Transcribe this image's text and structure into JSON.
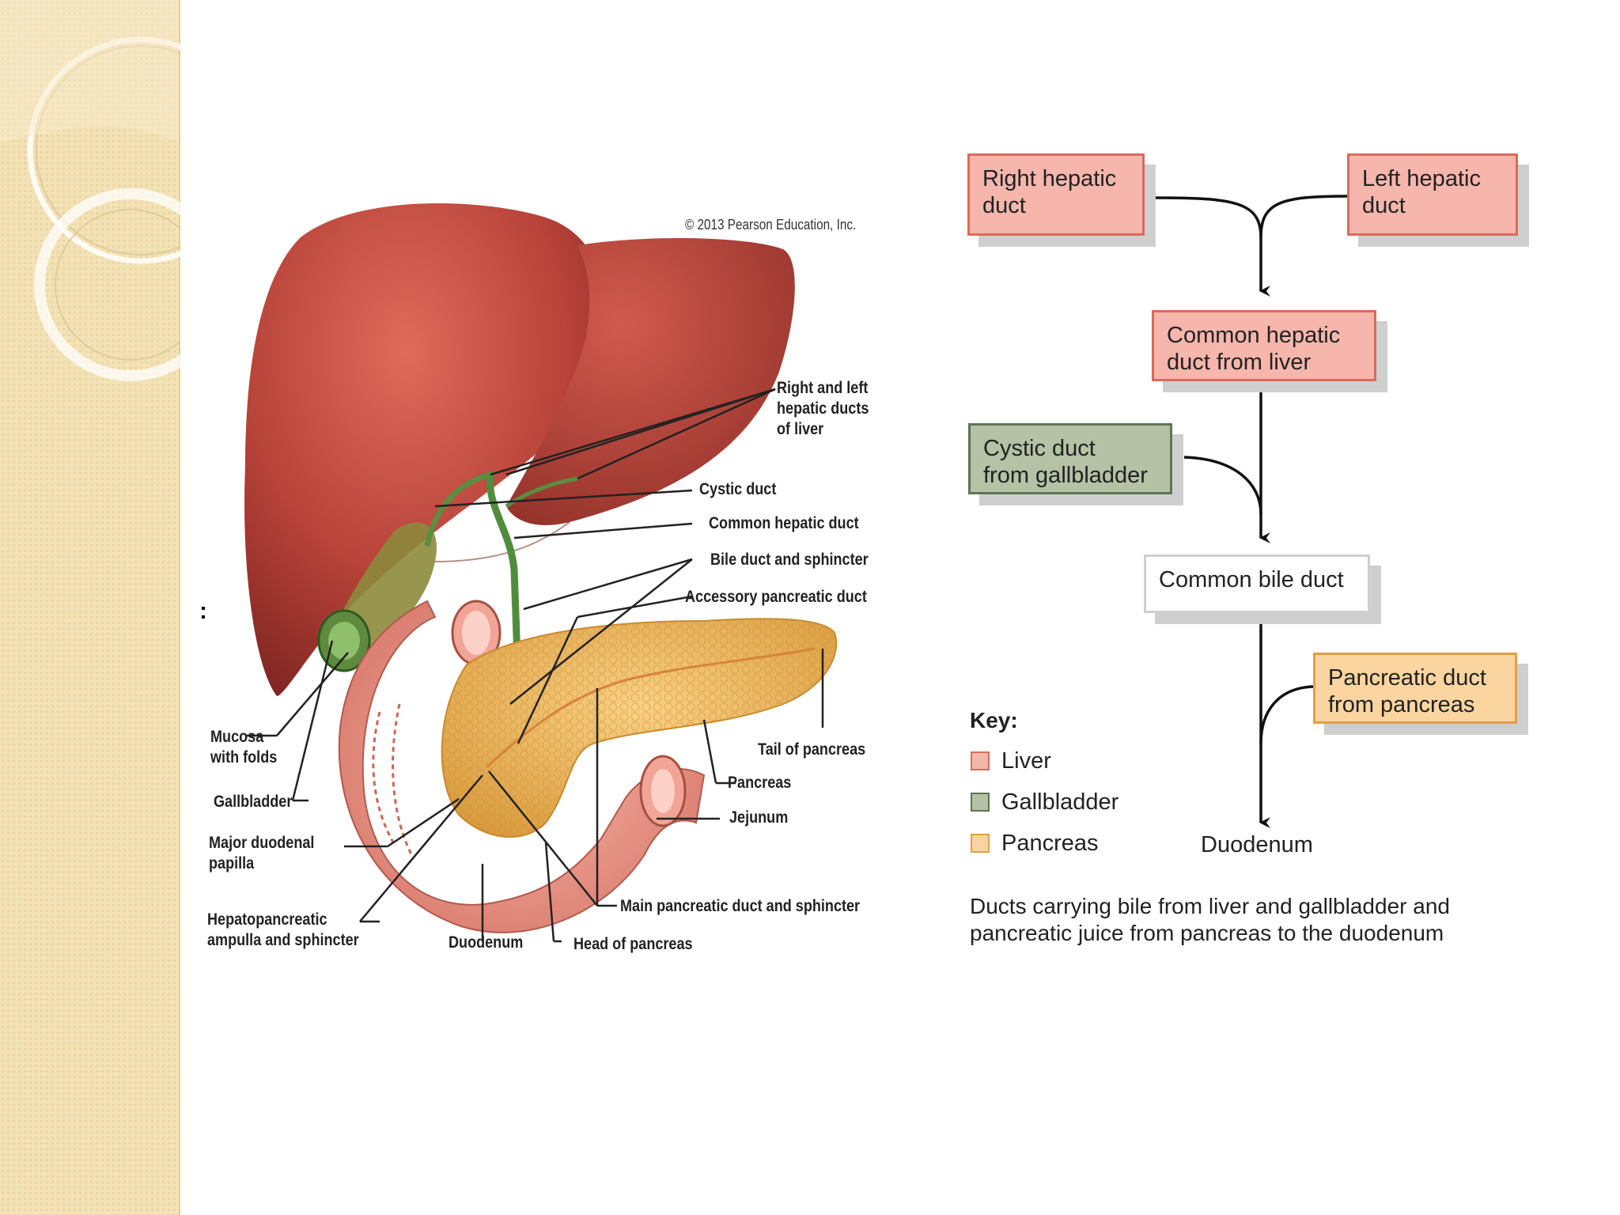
{
  "anatomy": {
    "copyright": "© 2013 Pearson Education, Inc.",
    "labels": {
      "hepatic_ducts": "Right and left\nhepatic ducts\nof liver",
      "cystic_duct": "Cystic duct",
      "common_hepatic_duct": "Common hepatic duct",
      "bile_duct": "Bile duct and sphincter",
      "accessory_pancreatic_duct": "Accessory pancreatic duct",
      "tail_of_pancreas": "Tail of pancreas",
      "pancreas": "Pancreas",
      "jejunum": "Jejunum",
      "main_pancreatic_duct": "Main pancreatic duct and sphincter",
      "head_of_pancreas": "Head of pancreas",
      "duodenum": "Duodenum",
      "mucosa": "Mucosa\nwith folds",
      "gallbladder": "Gallbladder",
      "major_papilla": "Major duodenal\npapilla",
      "hepatopancreatic_ampulla": "Hepatopancreatic\nampulla and sphincter"
    }
  },
  "flow": {
    "right_hepatic": "Right hepatic\nduct",
    "left_hepatic": "Left hepatic\nduct",
    "common_hepatic": "Common hepatic\nduct from liver",
    "cystic": "Cystic duct\nfrom gallbladder",
    "common_bile": "Common bile duct",
    "pancreatic": "Pancreatic duct\nfrom pancreas",
    "duodenum": "Duodenum"
  },
  "key": {
    "title": "Key:",
    "items": [
      {
        "label": "Liver",
        "color": "#f6b6ac"
      },
      {
        "label": "Gallbladder",
        "color": "#b5c2a5"
      },
      {
        "label": "Pancreas",
        "color": "#fbd5a0"
      }
    ]
  },
  "caption": "Ducts carrying bile from liver and gallbladder and\npancreatic juice from pancreas to the duodenum",
  "colors": {
    "liver_fill": "#f6b6ac",
    "gallbladder_fill": "#b5c2a5",
    "pancreas_fill": "#fbd5a0",
    "sidebar": "#f3e2b6"
  }
}
